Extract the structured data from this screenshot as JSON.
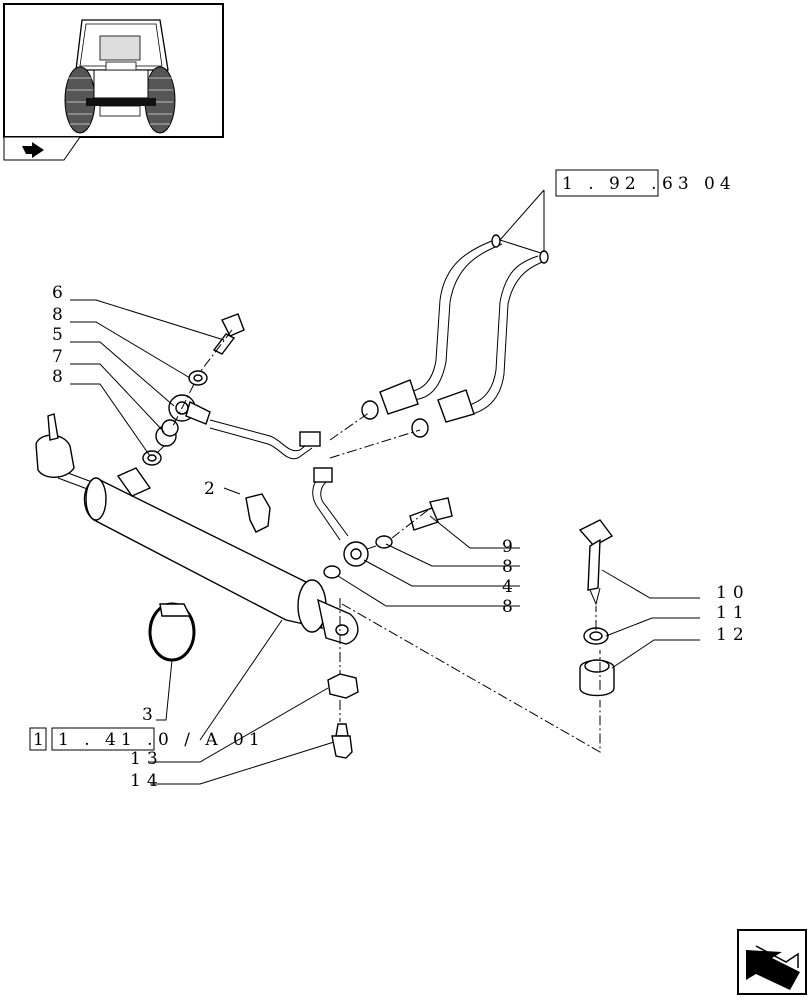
{
  "thumbnail": {
    "icon": "tractor-rear-view-icon",
    "nav_icon": "arrow-back-icon"
  },
  "references": {
    "top": {
      "boxed": "1 . 92 .",
      "rest": "63  04"
    },
    "bottom": {
      "prefix": "1",
      "boxed": "1 . 41 .",
      "rest": "0 / A  01"
    }
  },
  "callouts": [
    {
      "id": "c6",
      "text": "6"
    },
    {
      "id": "c8a",
      "text": "8"
    },
    {
      "id": "c5",
      "text": "5"
    },
    {
      "id": "c7",
      "text": "7"
    },
    {
      "id": "c8b",
      "text": "8"
    },
    {
      "id": "c2",
      "text": "2"
    },
    {
      "id": "c9",
      "text": "9"
    },
    {
      "id": "c8c",
      "text": "8"
    },
    {
      "id": "c4",
      "text": "4"
    },
    {
      "id": "c8d",
      "text": "8"
    },
    {
      "id": "c10",
      "text": "10"
    },
    {
      "id": "c11",
      "text": "11"
    },
    {
      "id": "c12",
      "text": "12"
    },
    {
      "id": "c3",
      "text": "3"
    },
    {
      "id": "c13",
      "text": "13"
    },
    {
      "id": "c14",
      "text": "14"
    }
  ],
  "corner_nav": {
    "icon": "next-page-arrow-icon"
  }
}
